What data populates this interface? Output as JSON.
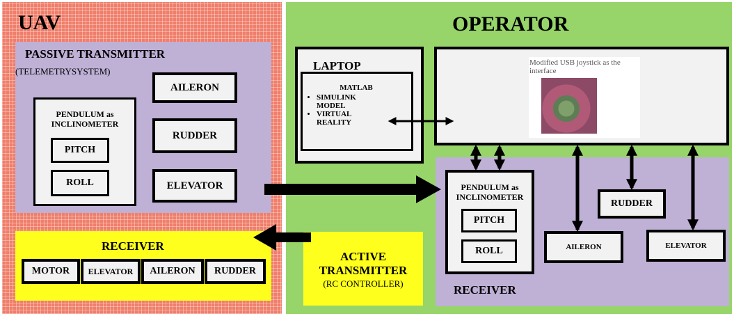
{
  "uav": {
    "title": "UAV",
    "passive_title": "PASSIVE TRANSMITTER",
    "passive_subtitle": "(TELEMETRYSYSTEM)",
    "pendulum_label": "PENDULUM as INCLINOMETER",
    "pitch": "PITCH",
    "roll": "ROLL",
    "aileron": "AILERON",
    "rudder": "RUDDER",
    "elevator": "ELEVATOR",
    "receiver_title": "RECEIVER",
    "receiver_items": [
      "MOTOR",
      "ELEVATOR",
      "AILERON",
      "RUDDER"
    ]
  },
  "operator": {
    "title": "OPERATOR",
    "laptop_title": "LAPTOP",
    "matlab_title": "MATLAB",
    "matlab_items": [
      "SIMULINK MODEL",
      "VIRTUAL REALITY"
    ],
    "joystick_caption": "Modified USB joystick as the interface",
    "active_title": "ACTIVE TRANSMITTER",
    "active_subtitle": "(RC CONTROLLER)",
    "receiver_title": "RECEIVER",
    "pendulum_label": "PENDULUM as INCLINOMETER",
    "pitch": "PITCH",
    "roll": "ROLL",
    "rudder": "RUDDER",
    "aileron": "AILERON",
    "elevator": "ELEVATOR"
  },
  "colors": {
    "uav_background": "#ef7e6a",
    "operator_background": "#97d56a",
    "lavender": "#bfb0d6",
    "yellow": "#ffff1e",
    "box_fill": "#f2f2f2"
  }
}
